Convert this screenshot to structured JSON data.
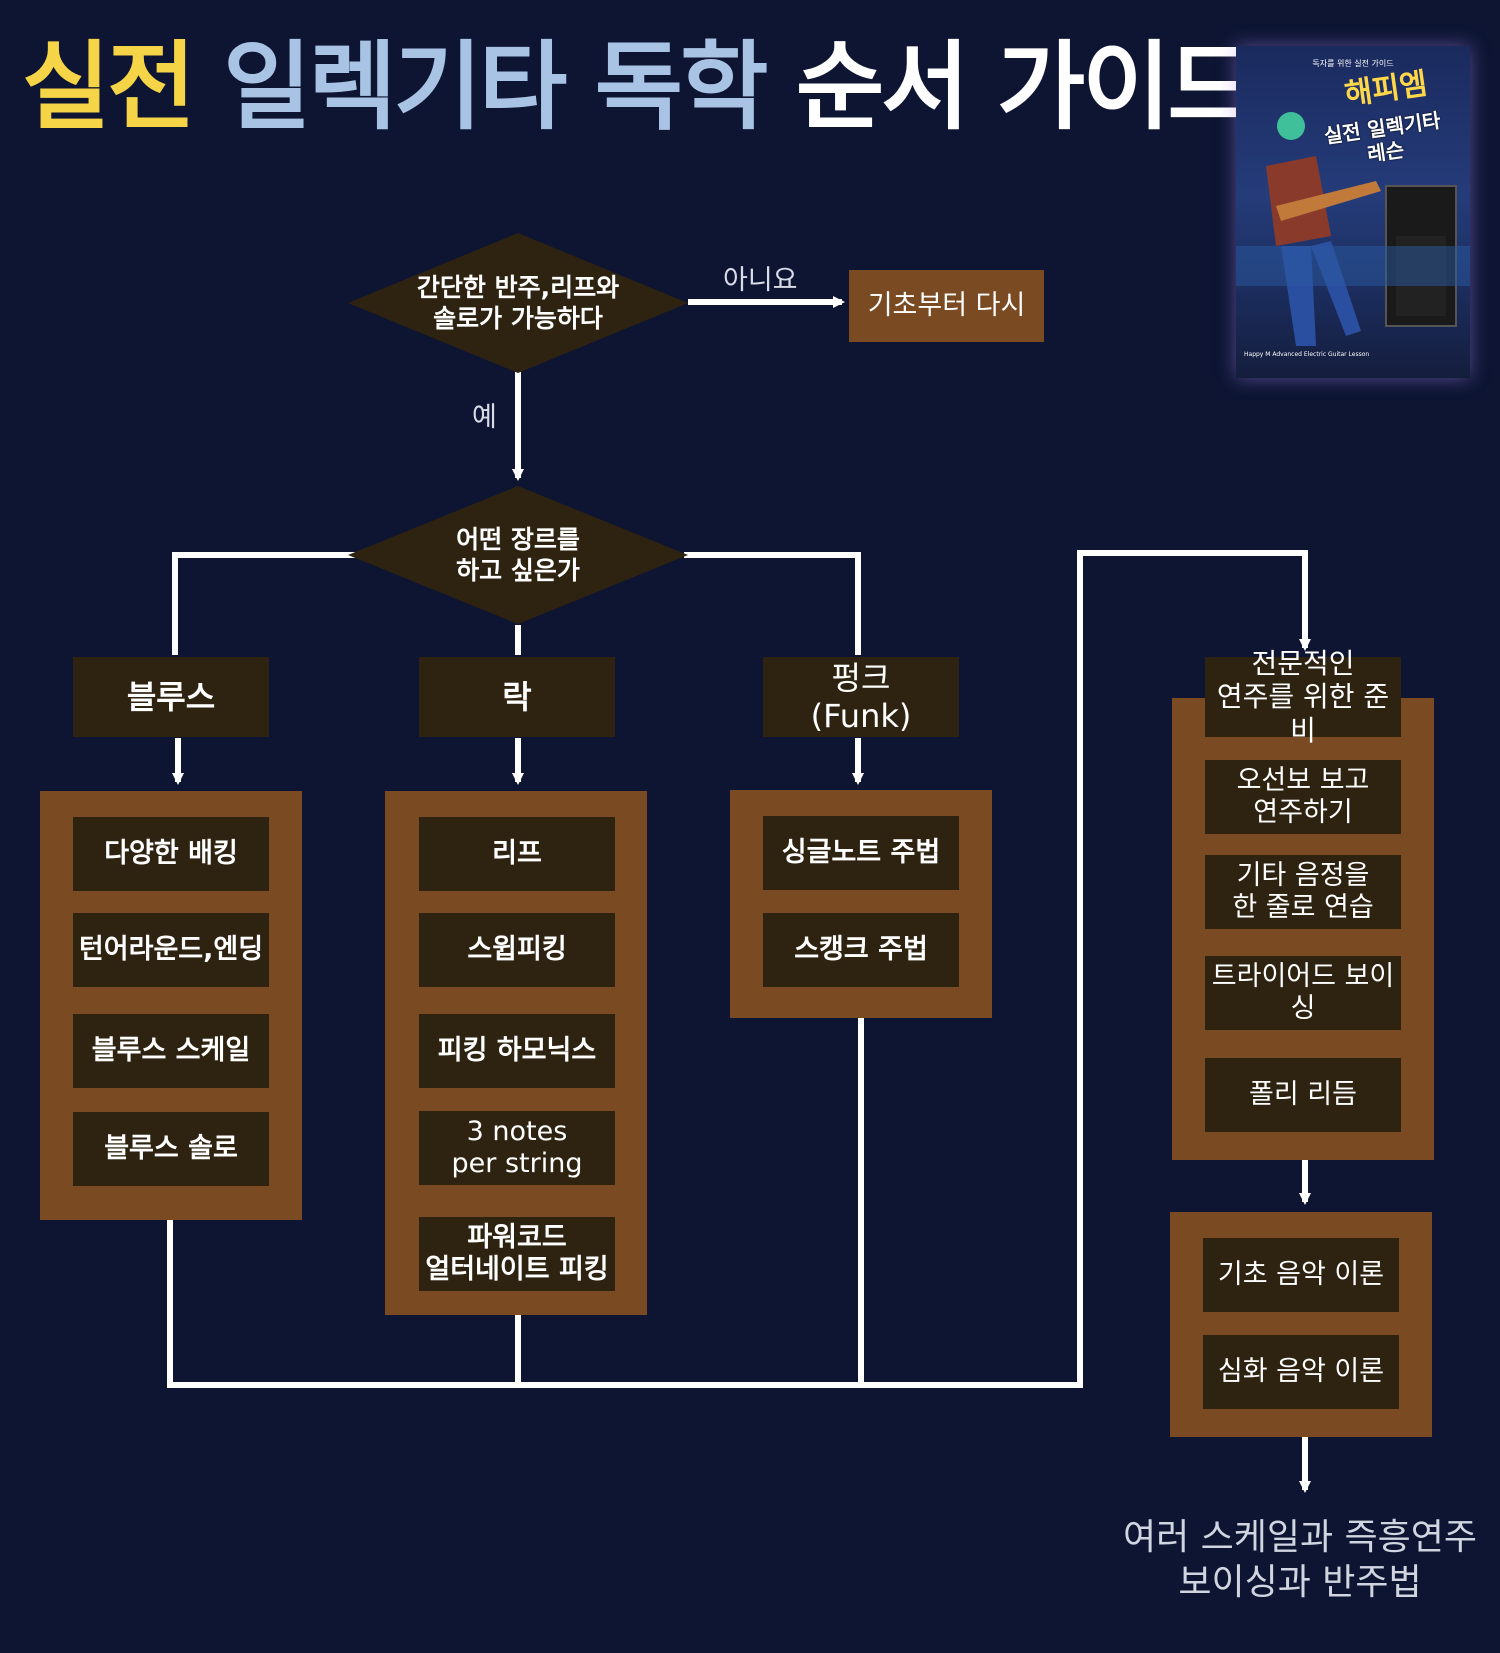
{
  "title": {
    "highlight": "실전",
    "middle": "일렉기타 독학",
    "end": "순서 가이드"
  },
  "book": {
    "subtitle": "독자를 위한 실전 가이드",
    "title_top": "해피엠",
    "title_main": "실전 일렉기타\n레슨",
    "english": "Happy M Advanced Electric Guitar Lesson"
  },
  "decision1": {
    "text": "간단한 반주,리프와\n솔로가 가능하다",
    "no_label": "아니요",
    "yes_label": "예"
  },
  "restart": "기초부터 다시",
  "decision2": {
    "text": "어떤 장르를\n하고 싶은가"
  },
  "genres": {
    "blues": {
      "title": "블루스",
      "items": [
        "다양한 배킹",
        "턴어라운드,엔딩",
        "블루스 스케일",
        "블루스 솔로"
      ]
    },
    "rock": {
      "title": "락",
      "items": [
        "리프",
        "스윕피킹",
        "피킹 하모닉스",
        "3 notes\nper string",
        "파워코드\n얼터네이트 피킹"
      ]
    },
    "funk": {
      "title": "펑크\n(Funk)",
      "items": [
        "싱글노트 주법",
        "스캥크 주법"
      ]
    }
  },
  "pro": {
    "title": "전문적인\n연주를 위한 준비",
    "items": [
      "오선보 보고\n연주하기",
      "기타 음정을\n한 줄로 연습",
      "트라이어드 보이싱",
      "폴리 리듬"
    ]
  },
  "theory": {
    "items": [
      "기초 음악 이론",
      "심화 음악 이론"
    ]
  },
  "final": "여러 스케일과 즉흥연주\n보이싱과 반주법"
}
